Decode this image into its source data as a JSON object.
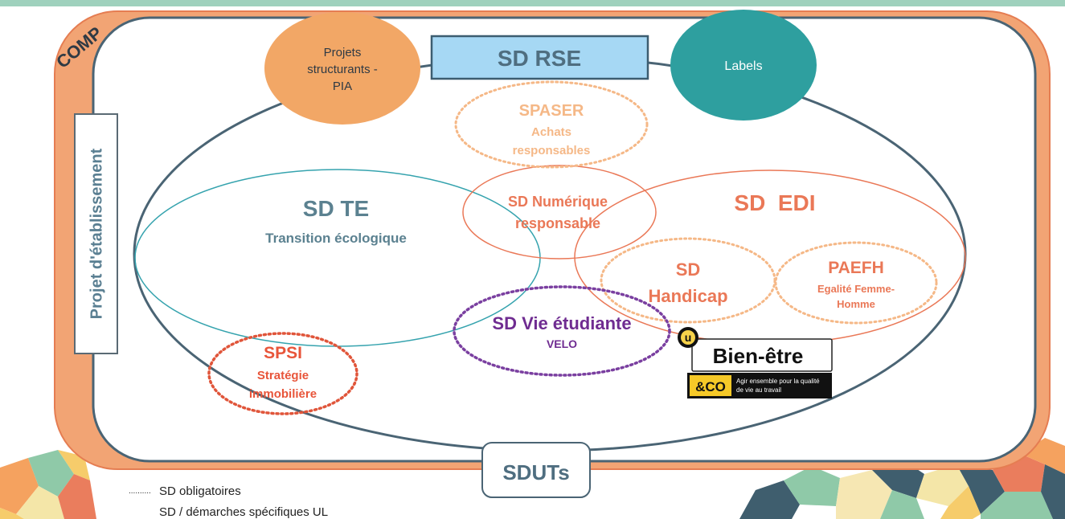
{
  "frame": {
    "comp_label": "COMP",
    "projet_label": "Projet d'établissement",
    "sduts_label": "SDUTs",
    "colors": {
      "top_band": "#9fd1bd",
      "comp_orange": "#f2a474",
      "frame_stroke": "#4a6474",
      "title_blue": "#5a7f92"
    }
  },
  "header_box": {
    "label": "SD RSE",
    "fill": "#a6d8f4"
  },
  "bubbles": {
    "projets": {
      "lines": [
        "Projets",
        "structurants -",
        "PIA"
      ],
      "fill": "#f2a766"
    },
    "labels": {
      "label": "Labels",
      "fill": "#2e9f9f"
    }
  },
  "ellipses": {
    "spaser": {
      "title": "SPASER",
      "lines": [
        "Achats",
        "responsables"
      ],
      "color": "#f5b887"
    },
    "numerique": {
      "lines": [
        "SD Numérique",
        "responsable"
      ],
      "color": "#ea7857"
    },
    "te": {
      "title": "SD TE",
      "subtitle": "Transition écologique",
      "color": "#5b8190"
    },
    "edi": {
      "title": "SD  EDI",
      "color": "#ea7857"
    },
    "handicap": {
      "lines": [
        "SD",
        "Handicap"
      ],
      "color": "#ea7857"
    },
    "paefh": {
      "title": "PAEFH",
      "lines": [
        "Egalité Femme-",
        "Homme"
      ],
      "color": "#ea7857"
    },
    "vie": {
      "title": "SD Vie étudiante",
      "subtitle": "VELO",
      "color": "#6f2c91"
    },
    "spsi": {
      "title": "SPSI",
      "lines": [
        "Stratégie",
        "immobilière"
      ],
      "color": "#e8553a"
    }
  },
  "logo": {
    "mark": "u",
    "title": "Bien-être",
    "badge": "&CO",
    "tagline_lines": [
      "Agir ensemble pour la qualité",
      "de vie au travail"
    ]
  },
  "legend": {
    "items": [
      {
        "marker": "..........",
        "label": "SD obligatoires"
      },
      {
        "marker": "",
        "label": "SD / démarches spécifiques UL"
      }
    ]
  }
}
